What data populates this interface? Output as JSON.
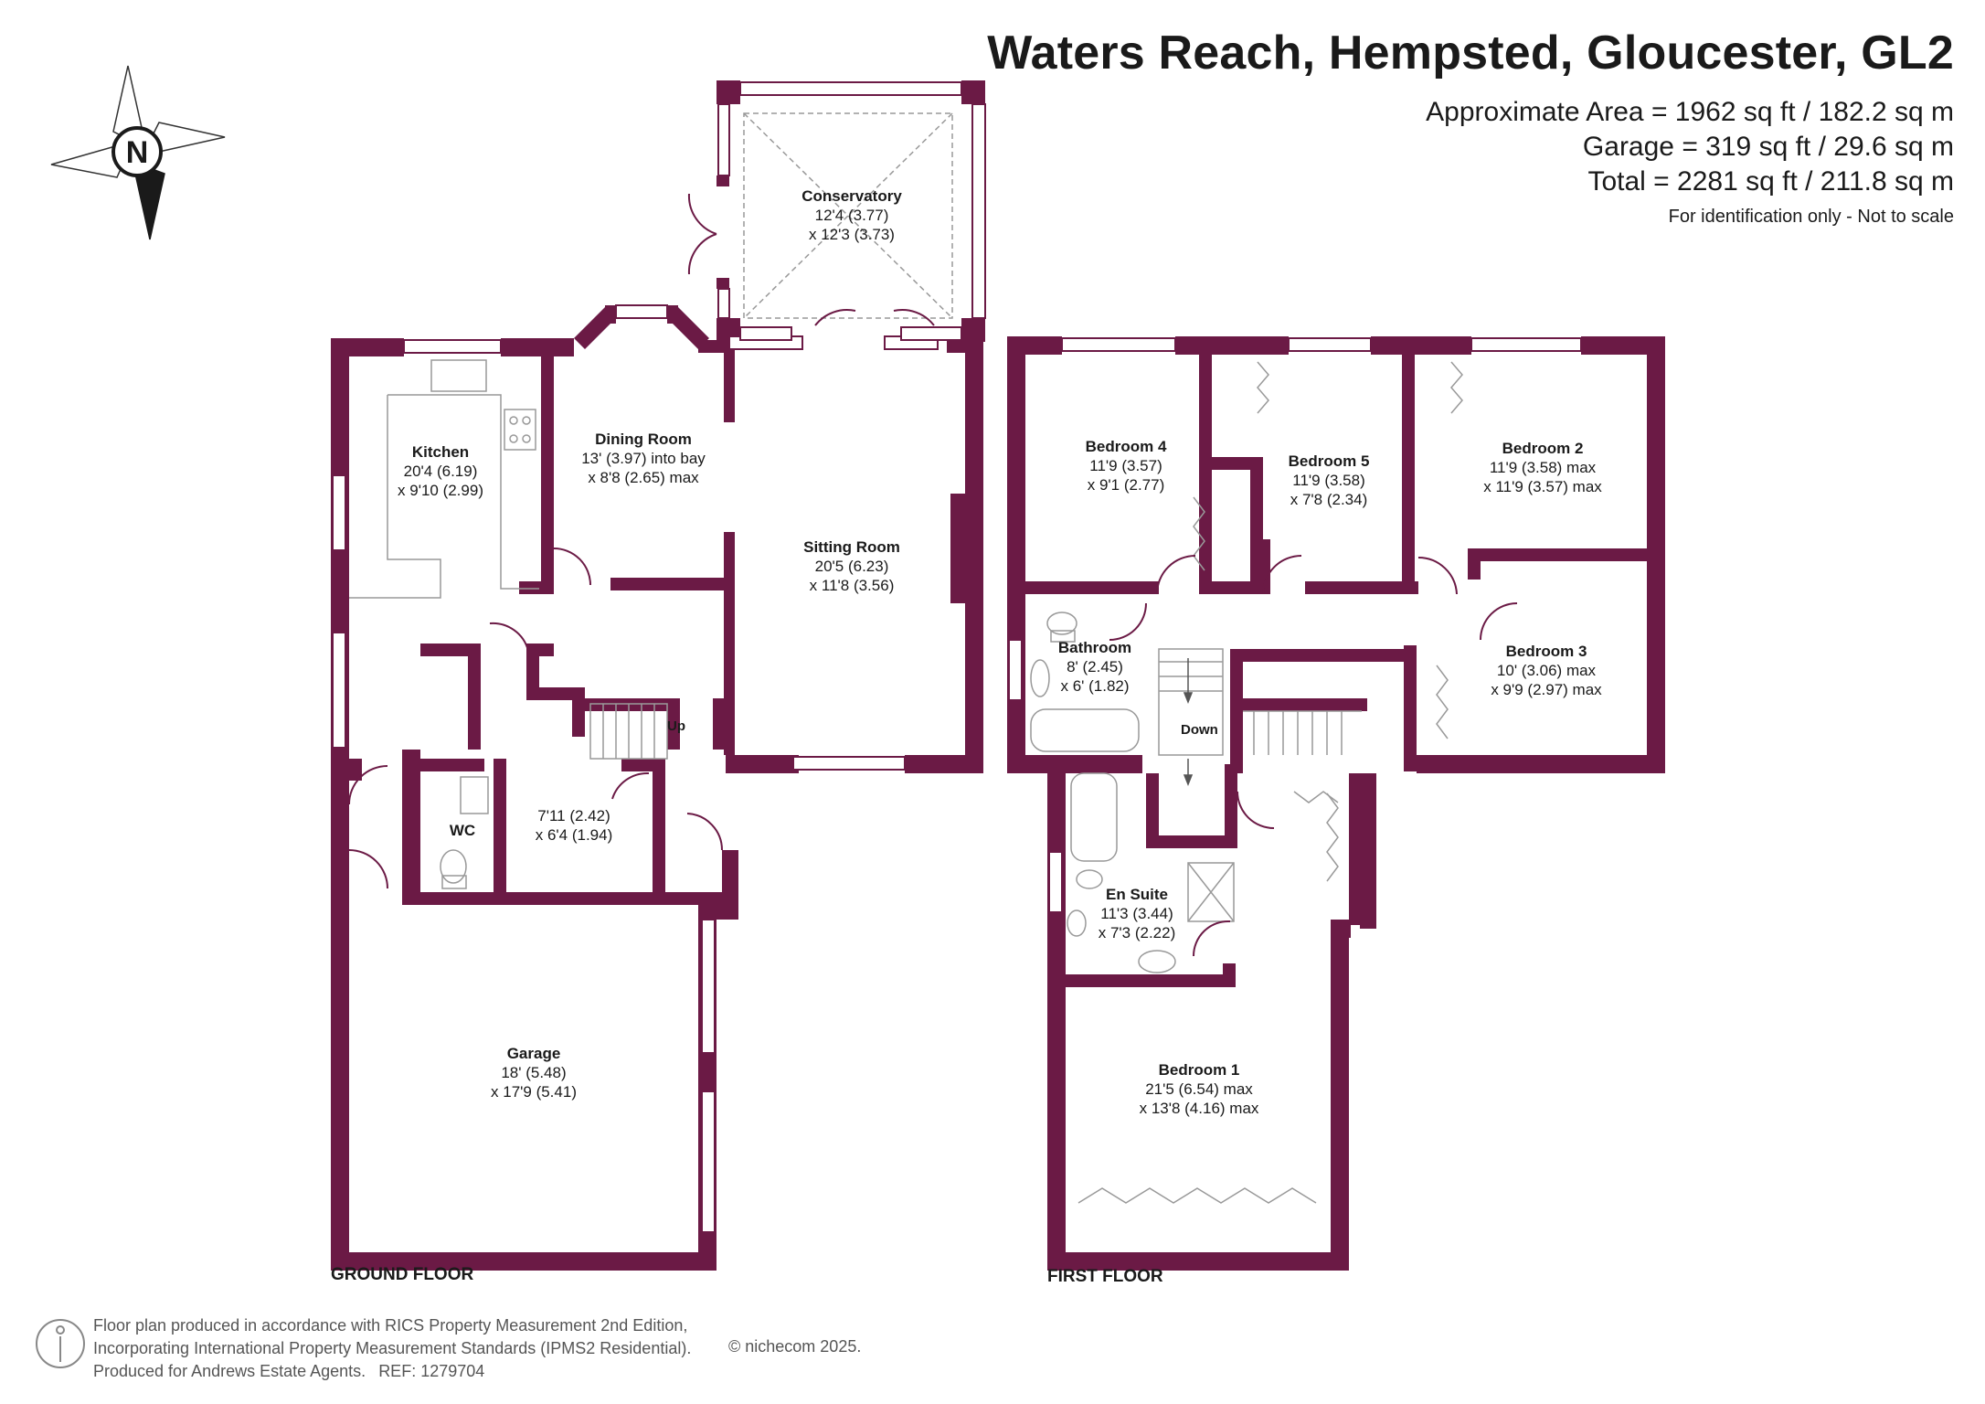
{
  "title": "Waters Reach, Hempsted, Gloucester, GL2",
  "areas": [
    "Approximate Area = 1962 sq ft / 182.2 sq m",
    "Garage = 319 sq ft / 29.6 sq m",
    "Total = 2281 sq ft / 211.8 sq m"
  ],
  "note": "For identification only - Not to scale",
  "compass_letter": "N",
  "colors": {
    "wall": "#6b1a45",
    "fixture": "#999999",
    "text": "#1a1a1a"
  },
  "floors": {
    "ground": "GROUND FLOOR",
    "first": "FIRST FLOOR"
  },
  "rooms": {
    "conservatory": {
      "name": "Conservatory",
      "dims": [
        "12'4 (3.77)",
        "x 12'3 (3.73)"
      ]
    },
    "kitchen": {
      "name": "Kitchen",
      "dims": [
        "20'4 (6.19)",
        "x 9'10 (2.99)"
      ]
    },
    "dining": {
      "name": "Dining Room",
      "dims": [
        "13' (3.97) into bay",
        "x 8'8 (2.65) max"
      ]
    },
    "sitting": {
      "name": "Sitting Room",
      "dims": [
        "20'5 (6.23)",
        "x 11'8 (3.56)"
      ]
    },
    "utility": {
      "name": "",
      "dims": [
        "7'11 (2.42)",
        "x 6'4 (1.94)"
      ]
    },
    "wc": {
      "name": "WC",
      "dims": []
    },
    "garage": {
      "name": "Garage",
      "dims": [
        "18' (5.48)",
        "x 17'9 (5.41)"
      ]
    },
    "bed4": {
      "name": "Bedroom 4",
      "dims": [
        "11'9 (3.57)",
        "x 9'1 (2.77)"
      ]
    },
    "bed5": {
      "name": "Bedroom 5",
      "dims": [
        "11'9 (3.58)",
        "x 7'8 (2.34)"
      ]
    },
    "bed2": {
      "name": "Bedroom 2",
      "dims": [
        "11'9 (3.58) max",
        "x 11'9 (3.57) max"
      ]
    },
    "bathroom": {
      "name": "Bathroom",
      "dims": [
        "8' (2.45)",
        "x 6' (1.82)"
      ]
    },
    "bed3": {
      "name": "Bedroom 3",
      "dims": [
        "10' (3.06) max",
        "x 9'9 (2.97) max"
      ]
    },
    "ensuite": {
      "name": "En Suite",
      "dims": [
        "11'3 (3.44)",
        "x 7'3 (2.22)"
      ]
    },
    "bed1": {
      "name": "Bedroom 1",
      "dims": [
        "21'5 (6.54) max",
        "x 13'8 (4.16) max"
      ]
    }
  },
  "stairs": {
    "up": "Up",
    "down": "Down"
  },
  "footer": {
    "line1": "Floor plan produced in accordance with RICS Property Measurement 2nd Edition,",
    "line2": "Incorporating International Property Measurement Standards (IPMS2 Residential).",
    "line3": "Produced for Andrews Estate Agents.",
    "ref": "REF: 1279704",
    "copyright": "© nichecom 2025."
  }
}
